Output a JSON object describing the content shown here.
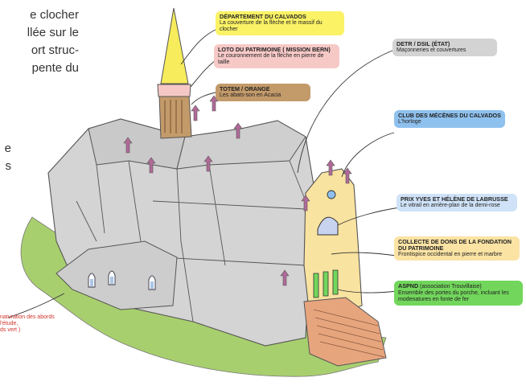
{
  "intro_text": {
    "line1": "e clocher",
    "line2": "llée sur le",
    "line3": "ort struc-",
    "line4": "pente du",
    "line5": "e",
    "line6": "s"
  },
  "labels": [
    {
      "title": "DÉPARTEMENT DU CALVADOS",
      "body": "La couverture de la flèche et le massif du clocher",
      "color": "#fbf266"
    },
    {
      "title": "LOTO DU PATRIMOINE ( MISSION BERN)",
      "body": "Le couronnement de la flèche en pierre de taille",
      "color": "#f6c9c7"
    },
    {
      "title": "TOTEM / ORANGE",
      "body": "Les abats-son en Acacia",
      "color": "#c39a6a"
    },
    {
      "title": "DETR / DSIL (ÉTAT)",
      "body": "Maçonneries et couvertures",
      "color": "#d3d3d3"
    },
    {
      "title": "CLUB DES MÉCÈNES DU CALVADOS",
      "body": "L'horloge",
      "color": "#8fc1ee"
    },
    {
      "title": "PRIX YVES ET HÉLÈNE DE LABRUSSE",
      "body": "Le vitrail en arrière-plan de la demi-rose",
      "color": "#cfe2f7"
    },
    {
      "title": "COLLECTE DE DONS DE LA FONDATION DU PATRIMOINE",
      "body": "Frontispice occidental en pierre et marbre",
      "color": "#fbe3a4"
    },
    {
      "title": "ASPND",
      "title_suffix": "(association Trouvillaise)",
      "body": "Ensemble des portes du porche, incluant les modenatures en fonte de fer",
      "color": "#72d65c"
    }
  ],
  "bottom_note": {
    "line1": "naturation des abords",
    "line2": "l'étude,",
    "line3": "ds vert )"
  },
  "colors": {
    "roof": "#d4d4d4",
    "roof_stroke": "#555555",
    "grass": "#a8cf6e",
    "facade": "#f9e3a0",
    "spire": "#f6ec5c",
    "belfry_top": "#f5c8c6",
    "belfry": "#c39a6a",
    "porch": "#e7a57e",
    "arrow": "#b06a98"
  }
}
